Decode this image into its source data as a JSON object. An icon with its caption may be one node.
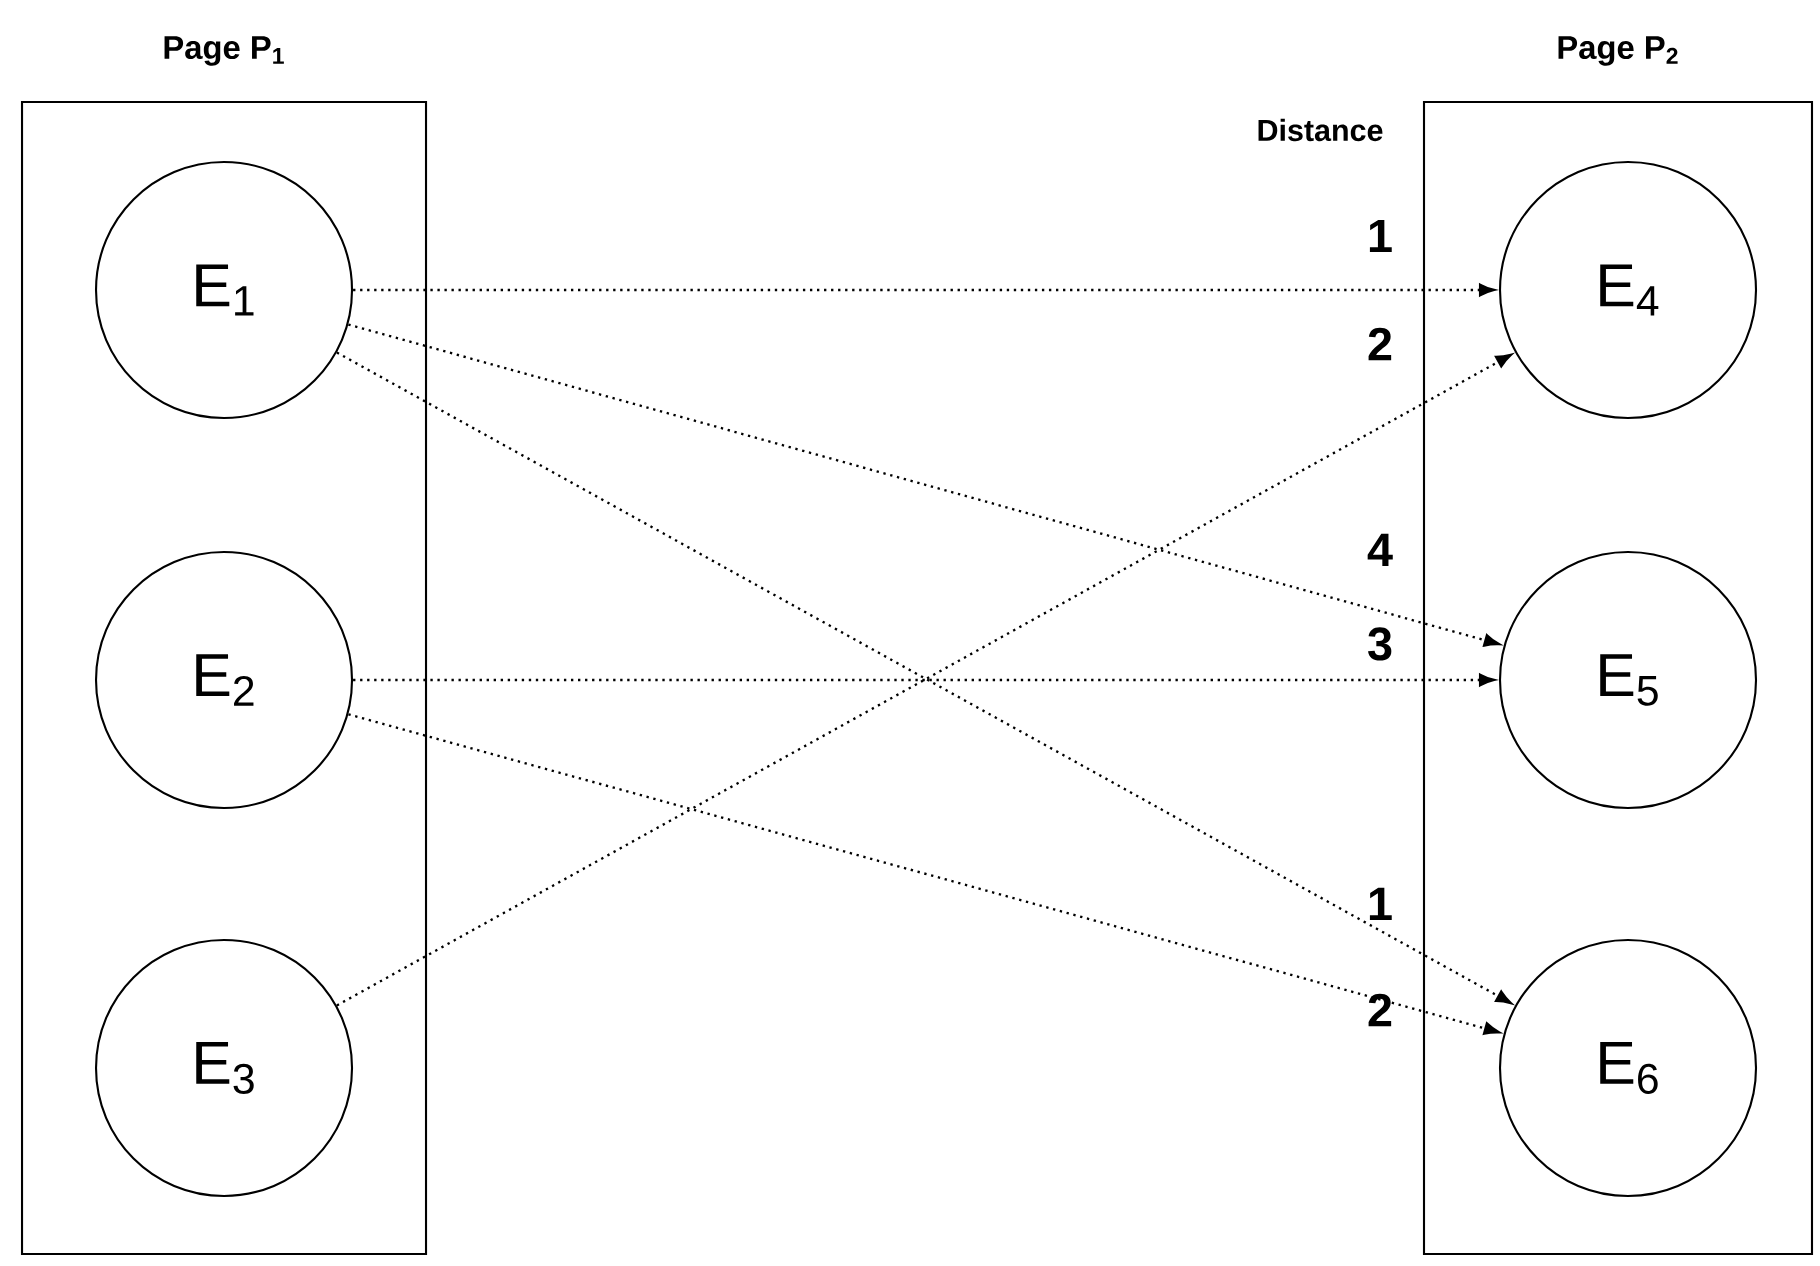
{
  "diagram": {
    "nodes": [
      {
        "text": [
          "Page P$_{1}$"
        ]
      },
      {
        "text": [
          "E$_{1}$"
        ],
        "in": 0
      },
      {
        "text": [
          "E$_{2}$"
        ],
        "in": 0
      },
      {
        "text": [
          "E$_{3}$"
        ],
        "in": 0
      },
      {
        "text": [
          "Page P$_{2}$"
        ]
      },
      {
        "text": [
          "E$_{4}$"
        ],
        "in": 4
      },
      {
        "text": [
          "E$_{5}$"
        ],
        "in": 4
      },
      {
        "text": [
          "E$_{6}$"
        ],
        "in": 4
      }
    ],
    "edges": [
      {
        "from": 1,
        "to": 5,
        "arrow": "to",
        "label": "1"
      },
      {
        "from": 3,
        "to": 5,
        "arrow": "to",
        "label": "2"
      },
      {
        "from": 1,
        "to": 6,
        "arrow": "to",
        "label": "4"
      },
      {
        "from": 2,
        "to": 6,
        "arrow": "to",
        "label": "3"
      },
      {
        "from": 1,
        "to": 7,
        "arrow": "to",
        "label": "1"
      },
      {
        "from": 2,
        "to": 7,
        "arrow": "to",
        "label": "2"
      }
    ],
    "labels": [
      "Distance"
    ]
  }
}
